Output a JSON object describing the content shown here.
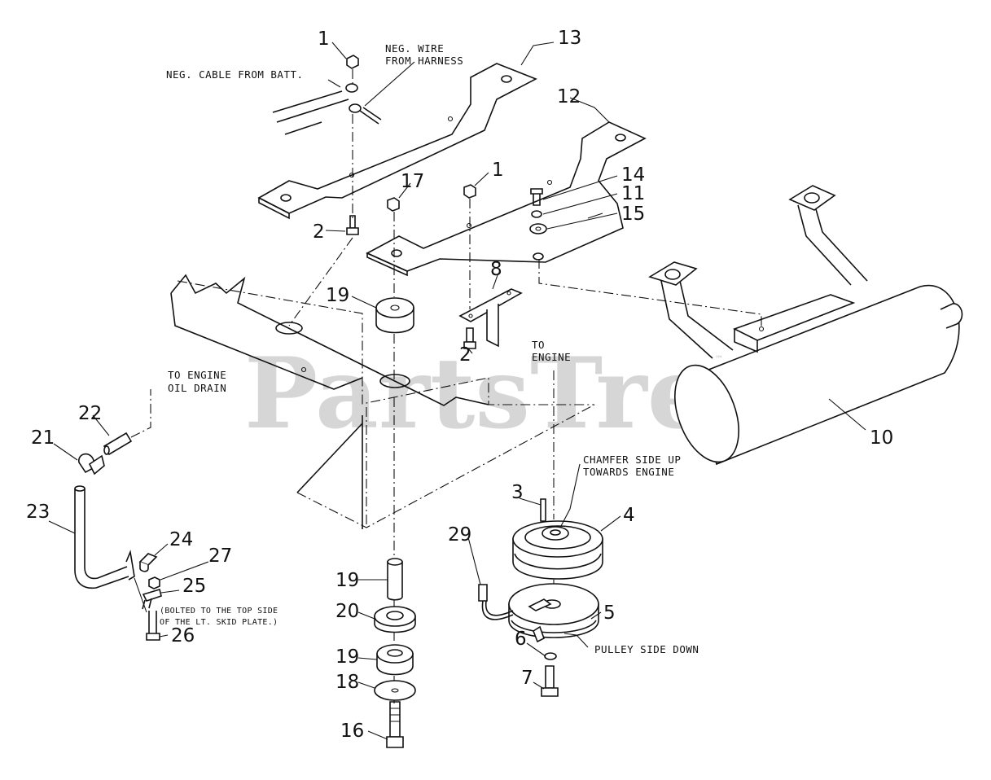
{
  "watermark": {
    "text": "PartsTree",
    "trademark": "™"
  },
  "notes": {
    "neg_cable": "NEG. CABLE FROM BATT.",
    "neg_wire_1": "NEG. WIRE",
    "neg_wire_2": "FROM HARNESS",
    "to_engine_oil_1": "TO ENGINE",
    "to_engine_oil_2": "OIL DRAIN",
    "to_engine_1": "TO",
    "to_engine_2": "ENGINE",
    "chamfer_1": "CHAMFER SIDE UP",
    "chamfer_2": "TOWARDS ENGINE",
    "pulley_side": "PULLEY SIDE DOWN",
    "bolted_1": "(BOLTED TO THE TOP SIDE",
    "bolted_2": "OF THE LT. SKID PLATE.)"
  },
  "callouts": {
    "c1a": "1",
    "c1b": "1",
    "c2a": "2",
    "c2b": "2",
    "c3": "3",
    "c4": "4",
    "c5": "5",
    "c6": "6",
    "c7": "7",
    "c8": "8",
    "c10": "10",
    "c11": "11",
    "c12": "12",
    "c13": "13",
    "c14": "14",
    "c15": "15",
    "c16": "16",
    "c17": "17",
    "c18": "18",
    "c19a": "19",
    "c19b": "19",
    "c19c": "19",
    "c20": "20",
    "c21": "21",
    "c22": "22",
    "c23": "23",
    "c24": "24",
    "c25": "25",
    "c26": "26",
    "c27": "27",
    "c29": "29"
  }
}
